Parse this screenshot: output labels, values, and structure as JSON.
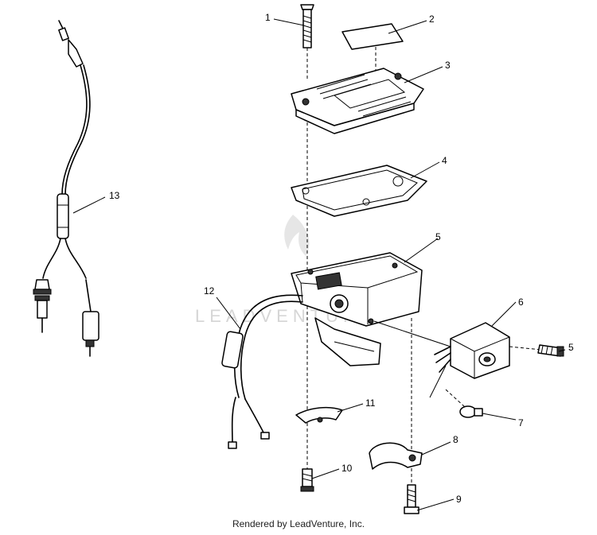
{
  "footer": {
    "credit": "Rendered by LeadVenture, Inc."
  },
  "watermark": {
    "text": "LEADVENTURE"
  },
  "callouts": [
    {
      "id": "c1",
      "label": "1"
    },
    {
      "id": "c2",
      "label": "2"
    },
    {
      "id": "c3",
      "label": "3"
    },
    {
      "id": "c4",
      "label": "4"
    },
    {
      "id": "c5a",
      "label": "5"
    },
    {
      "id": "c5b",
      "label": "5"
    },
    {
      "id": "c6",
      "label": "6"
    },
    {
      "id": "c7",
      "label": "7"
    },
    {
      "id": "c8",
      "label": "8"
    },
    {
      "id": "c9",
      "label": "9"
    },
    {
      "id": "c10",
      "label": "10"
    },
    {
      "id": "c11",
      "label": "11"
    },
    {
      "id": "c12",
      "label": "12"
    },
    {
      "id": "c13",
      "label": "13"
    }
  ]
}
